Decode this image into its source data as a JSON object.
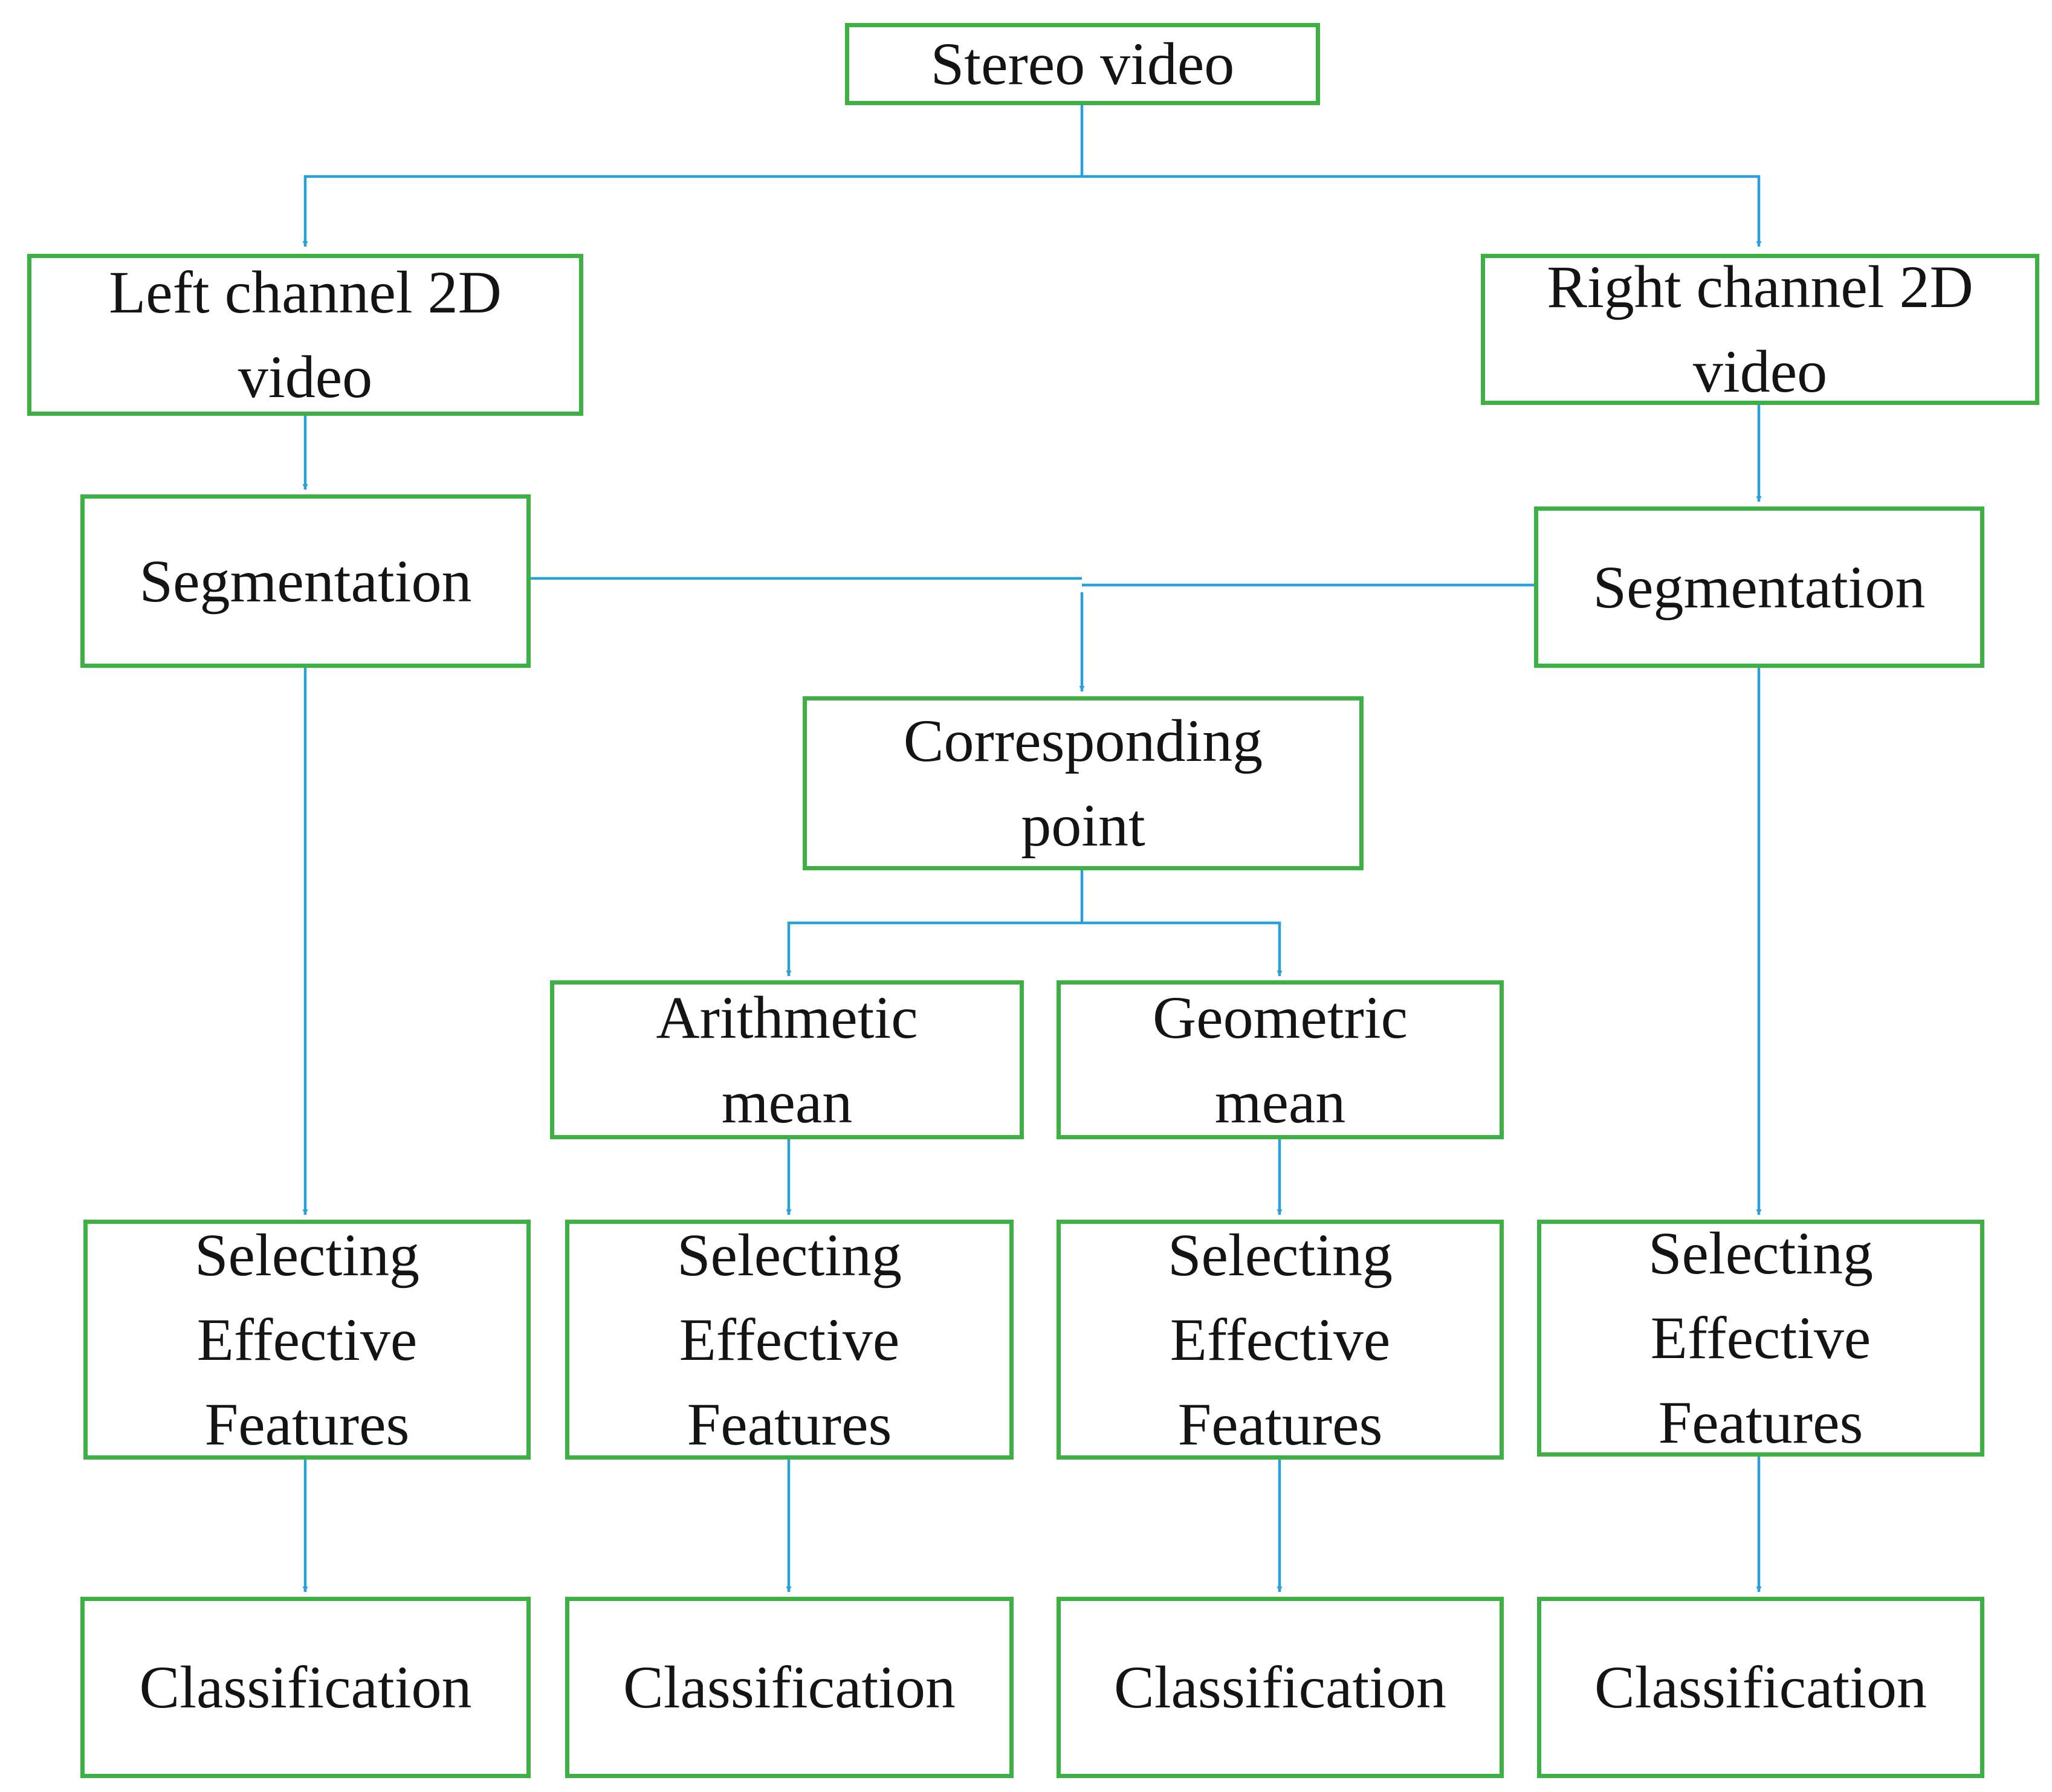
{
  "diagram": {
    "line_color": "#29a0da",
    "box_border_color": "#3cb043",
    "nodes": {
      "stereo_video": "Stereo video",
      "left_channel": "Left channel 2D video",
      "right_channel": "Right channel 2D video",
      "segmentation_left": "Segmentation",
      "segmentation_right": "Segmentation",
      "corresponding_point": "Corresponding point",
      "arithmetic_mean": "Arithmetic mean",
      "geometric_mean": "Geometric mean",
      "features_left": "Selecting Effective Features",
      "features_arithmetic": "Selecting Effective Features",
      "features_geometric": "Selecting Effective Features",
      "features_right": "Selecting Effective Features",
      "classification_left": "Classification",
      "classification_arithmetic": "Classification",
      "classification_geometric": "Classification",
      "classification_right": "Classification"
    }
  }
}
